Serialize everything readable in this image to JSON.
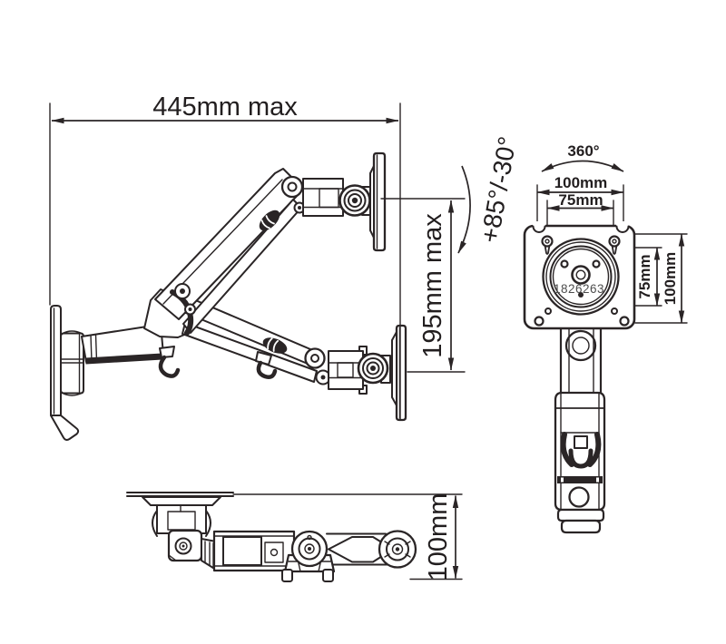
{
  "palette": {
    "line_color": "#2a2526",
    "text_color": "#221e1f",
    "watermark_color": "#4d4d4d",
    "background": "#ffffff"
  },
  "side_view": {
    "width_dim": "445mm max",
    "height_dim": "195mm max",
    "tilt_range": "+85°/-30°"
  },
  "front_view": {
    "rotation_range": "360°",
    "vesa_width_outer": "100mm",
    "vesa_width_inner": "75mm",
    "vesa_height_inner": "75mm",
    "vesa_height_outer": "100mm",
    "watermark_id": "1826263"
  },
  "bottom_view": {
    "depth_dim": "100mm"
  }
}
